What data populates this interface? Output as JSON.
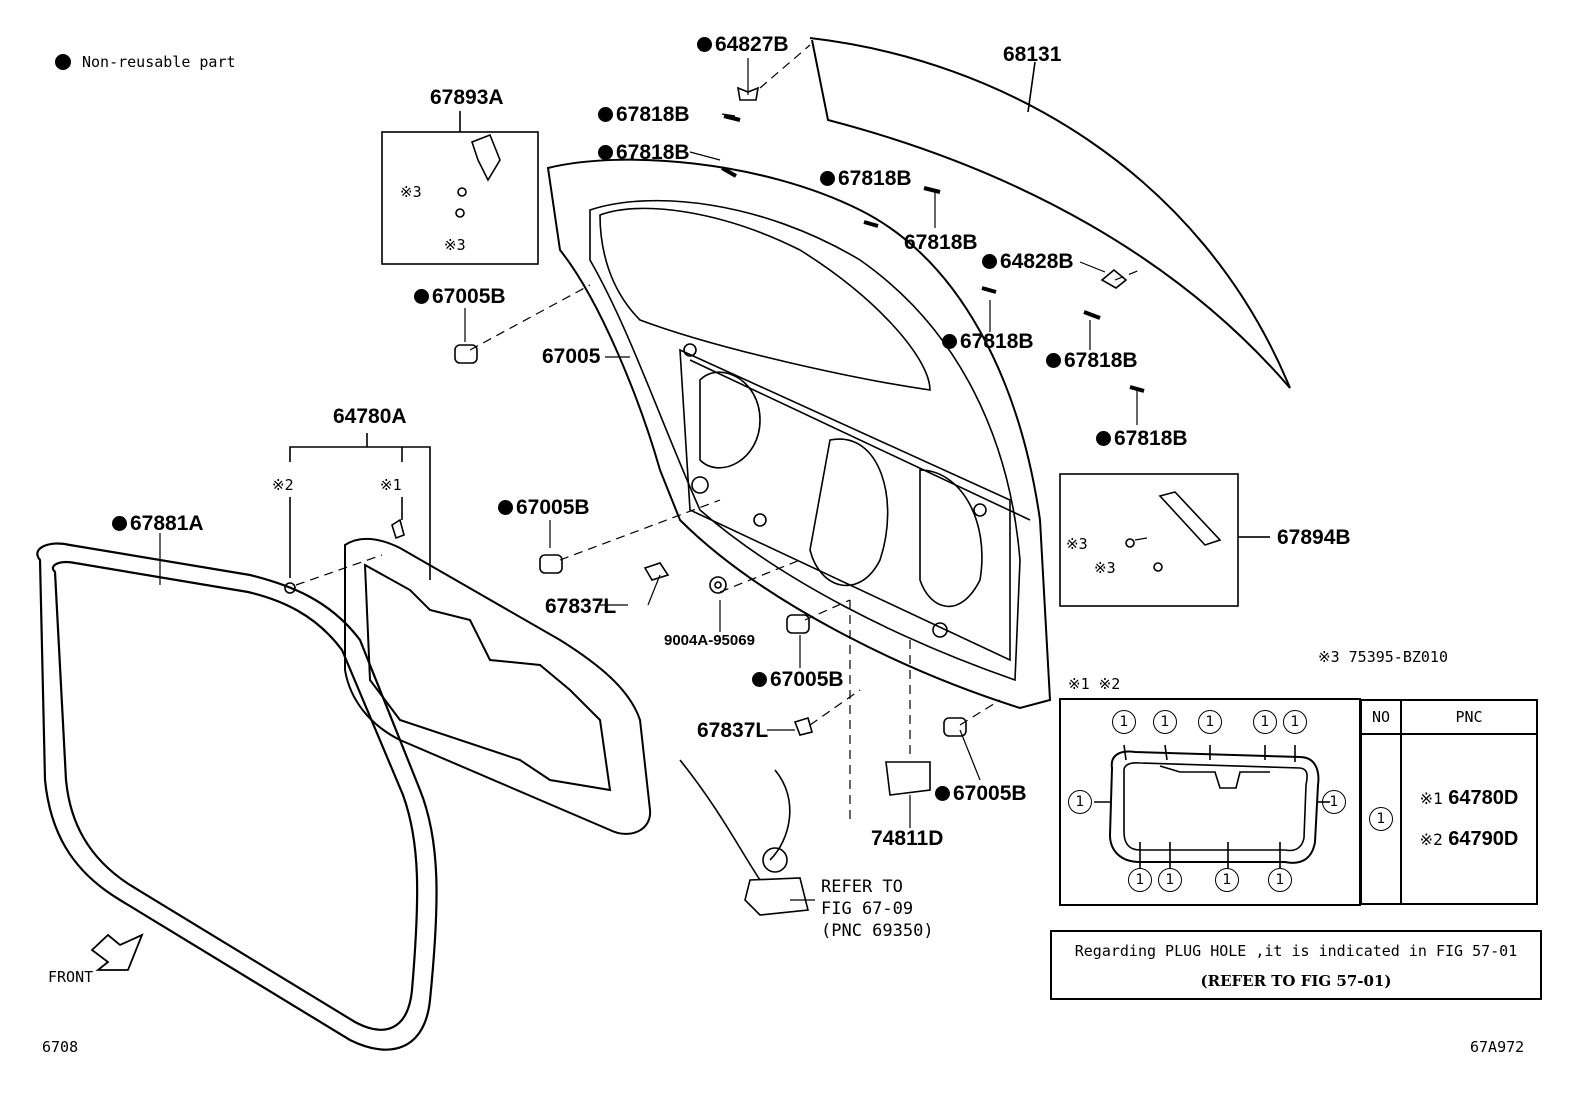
{
  "legend": {
    "non_reusable": "Non-reusable part"
  },
  "parts": {
    "p64827B": "64827B",
    "p68131": "68131",
    "p67893A": "67893A",
    "p67818B_1": "67818B",
    "p67818B_2": "67818B",
    "p67818B_3": "67818B",
    "p67818B_4": "67818B",
    "p67818B_5": "67818B",
    "p67818B_6": "67818B",
    "p67818B_7": "67818B",
    "p64828B": "64828B",
    "p67005B_1": "67005B",
    "p67005": "67005",
    "p64780A": "64780A",
    "p67881A": "67881A",
    "p67005B_2": "67005B",
    "p67894B": "67894B",
    "p67837L_1": "67837L",
    "p9004A": "9004A-95069",
    "p67005B_3": "67005B",
    "p67837L_2": "67837L",
    "p67005B_4": "67005B",
    "p74811D": "74811D"
  },
  "marks": {
    "m3a": "※3",
    "m3b": "※3",
    "m3c": "※3",
    "m3d": "※3",
    "m2": "※2",
    "m1": "※1",
    "m12": "※1 ※2",
    "m3_note": "※3 75395-BZ010"
  },
  "refer": {
    "text": "REFER TO\nFIG 67-09\n(PNC 69350)"
  },
  "front_label": "FRONT",
  "fig_left": "6708",
  "fig_right": "67A972",
  "table": {
    "col_no": "NO",
    "col_pnc": "PNC",
    "no_value": "1",
    "row1_mark": "※1",
    "row1_pnc": "64780D",
    "row2_mark": "※2",
    "row2_pnc": "64790D"
  },
  "detail_circle": "1",
  "note": {
    "line1": "Regarding PLUG HOLE ,it is indicated in FIG 57-01",
    "line2": "(REFER TO FIG 57-01)"
  }
}
